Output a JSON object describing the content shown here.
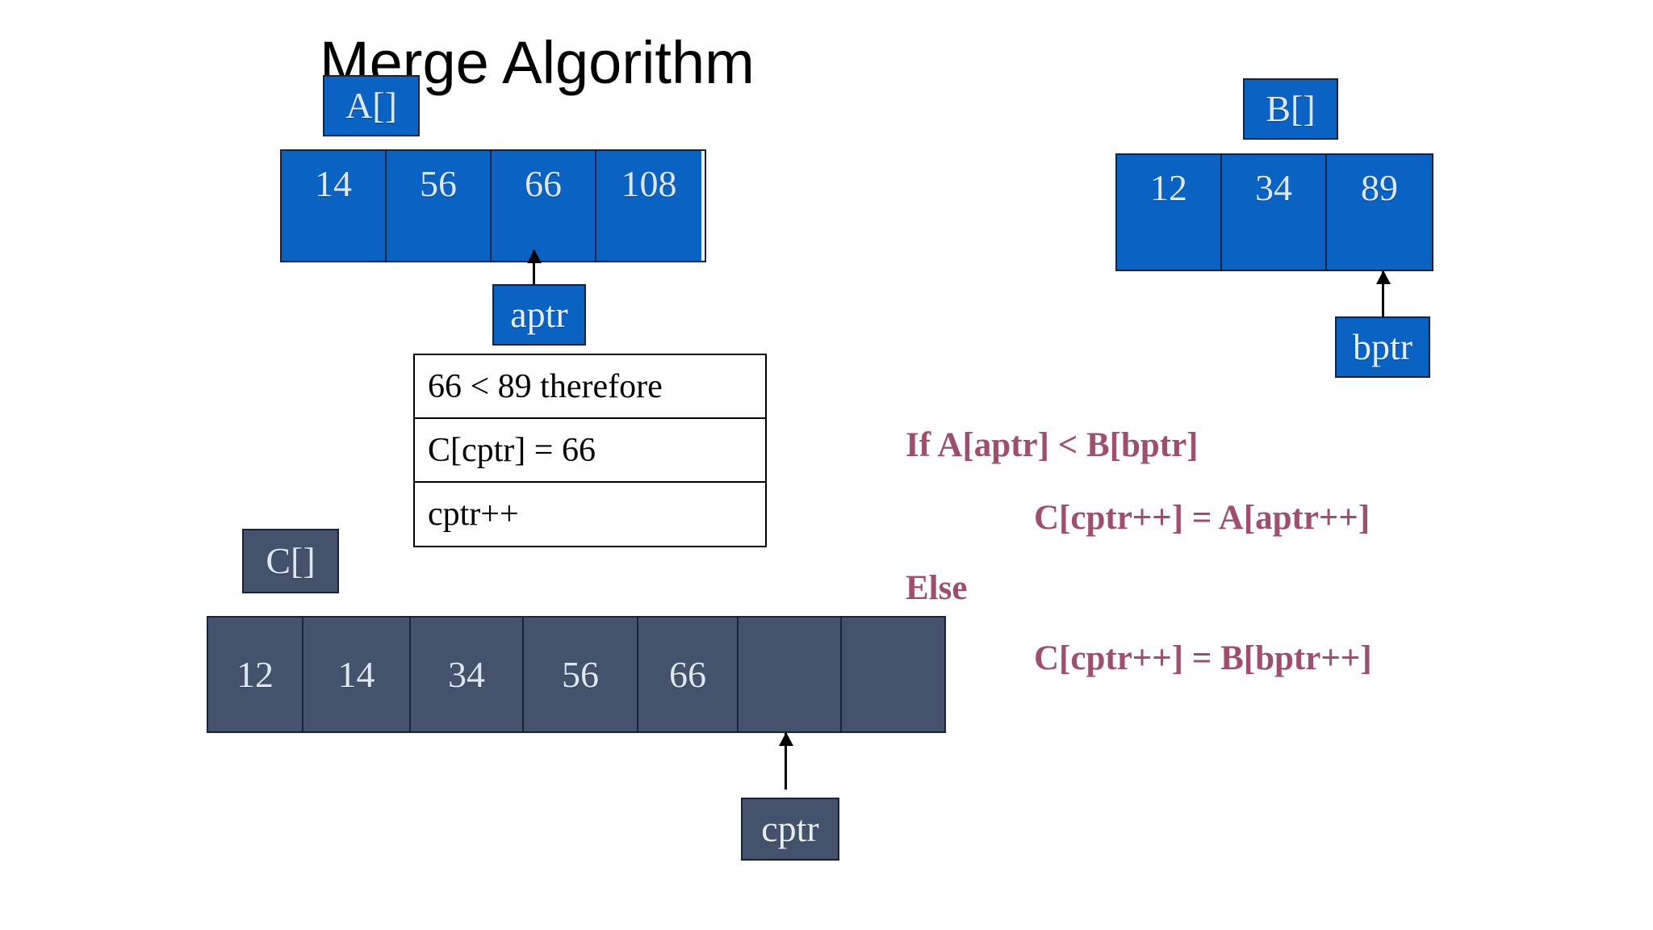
{
  "slide": {
    "title": "Merge Algorithm",
    "background_color": "#ffffff"
  },
  "colors": {
    "array_blue": "#0a62c2",
    "array_slate": "#44536b",
    "pseudocode_maroon": "#9e4f6e",
    "border": "#16233a",
    "cell_text": "#dce7f2",
    "table_text": "#000000"
  },
  "arrays": {
    "a": {
      "label": "A[]",
      "values": [
        "14",
        "56",
        "66",
        "108"
      ],
      "pointer": {
        "name": "aptr",
        "label": "aptr",
        "index": 2
      }
    },
    "b": {
      "label": "B[]",
      "values": [
        "12",
        "34",
        "89"
      ],
      "pointer": {
        "name": "bptr",
        "label": "bptr",
        "index": 2
      }
    },
    "c": {
      "label": "C[]",
      "values": [
        "12",
        "14",
        "34",
        "56",
        "66",
        "",
        ""
      ],
      "pointer": {
        "name": "cptr",
        "label": "cptr",
        "index": 5
      }
    }
  },
  "explanation_table": {
    "rows": [
      "66 < 89 therefore",
      "C[cptr] = 66",
      "cptr++"
    ]
  },
  "pseudocode": {
    "lines": [
      "If A[aptr] < B[bptr]",
      "C[cptr++] = A[aptr++]",
      "Else",
      "C[cptr++] = B[bptr++]"
    ]
  }
}
